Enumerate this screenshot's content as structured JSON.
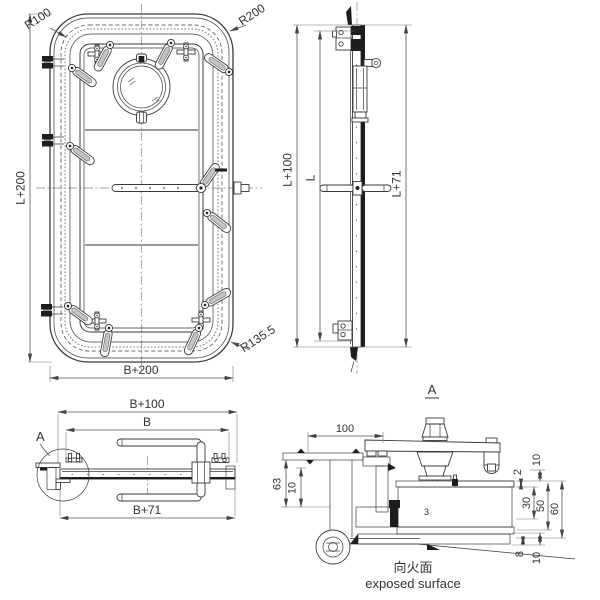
{
  "drawing": {
    "front_view": {
      "radius_top_left": "R100",
      "radius_top_right": "R200",
      "radius_bottom_right": "R135.5",
      "height_dim": "L+200",
      "width_dim": "B+200"
    },
    "side_view": {
      "outer_height_dim": "L+100",
      "clear_height_dim": "L",
      "leaf_height_dim": "L+71"
    },
    "plan_view": {
      "outer_width_dim": "B+100",
      "clear_width_dim": "B",
      "leaf_width_dim": "B+71",
      "detail_callout": "A"
    },
    "detail_view": {
      "title": "A",
      "frame_width_dim": "100",
      "frame_height_dim": "63",
      "frame_offset_dim": "10",
      "plate_thickness_dim": "2",
      "top_gap_dim": "10",
      "core_dim": "30",
      "mid_dim": "50",
      "total_dim": "60",
      "bottom_plate_dim": "8",
      "bottom_gap_dim": "10",
      "part_label": "3",
      "caption_cn": "向火面",
      "caption_en": "exposed surface"
    }
  }
}
